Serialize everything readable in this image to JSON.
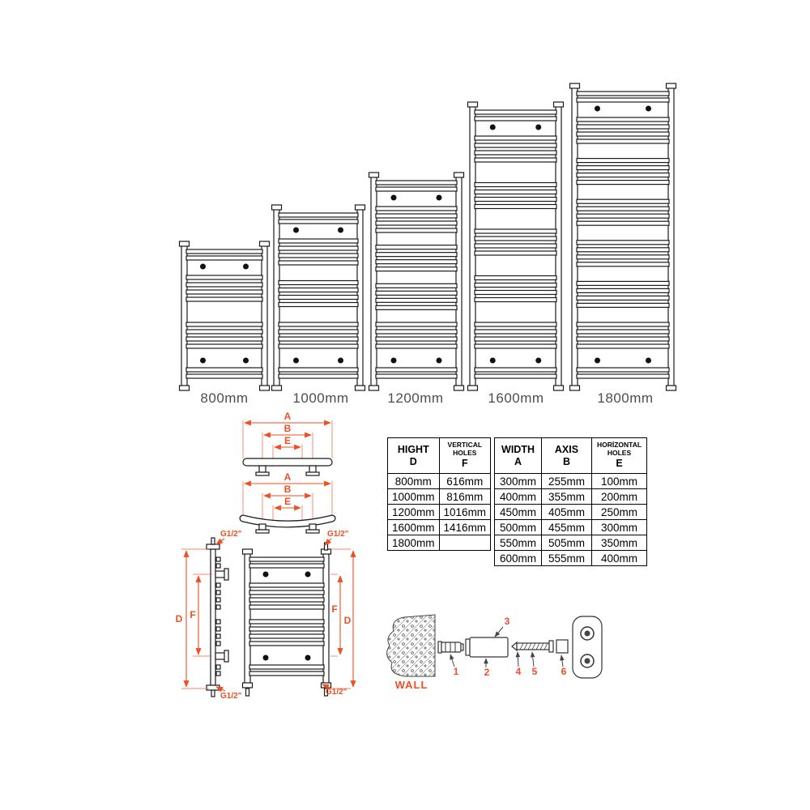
{
  "colors": {
    "dimension": "#f04e23",
    "line": "#1a1a1a",
    "size_label": "#4d4d4d"
  },
  "radiator_sizes": [
    {
      "label": "800mm"
    },
    {
      "label": "1000mm"
    },
    {
      "label": "1200mm"
    },
    {
      "label": "1600mm"
    },
    {
      "label": "1800mm"
    }
  ],
  "top_view_flat": {
    "dim_labels": [
      "A",
      "B",
      "E"
    ]
  },
  "top_view_curved": {
    "dim_labels": [
      "A",
      "B",
      "E"
    ]
  },
  "side_view": {
    "left_dim_labels": [
      "D",
      "F"
    ],
    "right_dim_labels": [
      "F",
      "D"
    ],
    "port_labels": [
      "G1/2\"",
      "G1/2\"",
      "G1/2\"",
      "G1/2\""
    ]
  },
  "height_table": {
    "header": {
      "col1": [
        "HIGHT",
        "D"
      ],
      "col2": [
        "VERTICAL",
        "HOLES",
        "F"
      ]
    },
    "rows": [
      [
        "800mm",
        "616mm"
      ],
      [
        "1000mm",
        "816mm"
      ],
      [
        "1200mm",
        "1016mm"
      ],
      [
        "1600mm",
        "1416mm"
      ],
      [
        "1800mm",
        ""
      ]
    ]
  },
  "width_table": {
    "header": {
      "col1": [
        "WIDTH",
        "A"
      ],
      "col2": [
        "AXIS",
        "B"
      ],
      "col3": [
        "HORİZONTAL",
        "HOLES",
        "E"
      ]
    },
    "rows": [
      [
        "300mm",
        "255mm",
        "100mm"
      ],
      [
        "400mm",
        "355mm",
        "200mm"
      ],
      [
        "450mm",
        "405mm",
        "250mm"
      ],
      [
        "500mm",
        "455mm",
        "300mm"
      ],
      [
        "550mm",
        "505mm",
        "350mm"
      ],
      [
        "600mm",
        "555mm",
        "400mm"
      ]
    ]
  },
  "wall_detail": {
    "wall_label": "WALL",
    "part_numbers": [
      "1",
      "2",
      "3",
      "4",
      "5",
      "6"
    ]
  }
}
